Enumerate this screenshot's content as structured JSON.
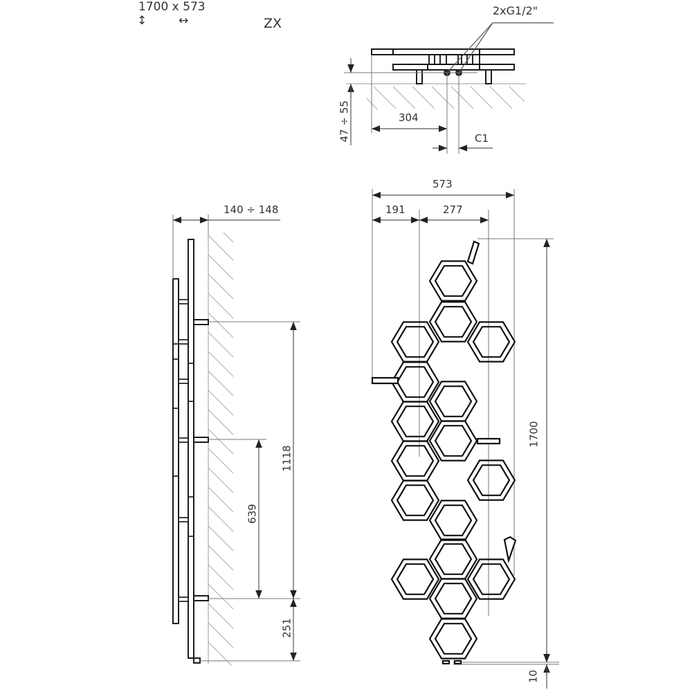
{
  "header": {
    "size_label": "1700 x 573",
    "height_arrow_icon": "↕",
    "width_arrow_icon": "↔",
    "model_code": "ZX"
  },
  "top_view": {
    "connection_label": "2xG1/2\"",
    "wall_distance_label": "47 ÷ 55",
    "offset_label": "304",
    "spacing_label": "C1"
  },
  "side_view": {
    "depth_label": "140 ÷ 148",
    "bracket_span_label": "1118",
    "bracket_mid_label": "639",
    "bottom_offset_label": "251"
  },
  "front_view": {
    "total_width_label": "573",
    "left_offset_label": "191",
    "center_span_label": "277",
    "total_height_label": "1700",
    "floor_gap_label": "10"
  },
  "colors": {
    "line": "#111111",
    "dimension": "#555555",
    "hatch": "#aaaaaa",
    "background": "#ffffff"
  }
}
